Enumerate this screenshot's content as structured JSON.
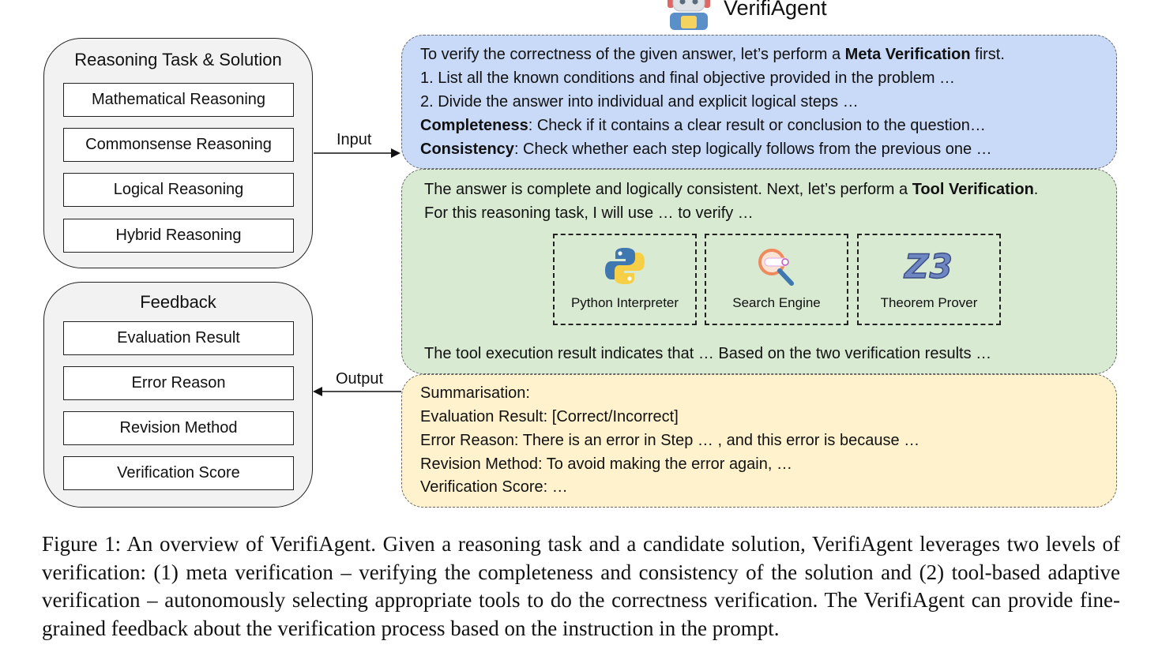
{
  "agent": {
    "title": "VerifiAgent",
    "icon": "robot-icon"
  },
  "task_group": {
    "title": "Reasoning Task & Solution",
    "items": [
      "Mathematical Reasoning",
      "Commonsense Reasoning",
      "Logical Reasoning",
      "Hybrid Reasoning"
    ]
  },
  "feedback_group": {
    "title": "Feedback",
    "items": [
      "Evaluation Result",
      "Error Reason",
      "Revision Method",
      "Verification Score"
    ]
  },
  "arrows": {
    "input": "Input",
    "output": "Output"
  },
  "meta_box": {
    "line1_pre": "To verify the correctness of the given answer, let’s perform a ",
    "line1_bold": "Meta Verification",
    "line1_post": " first.",
    "line2": "1. List all the known conditions and final objective provided in the problem …",
    "line3": "2. Divide the answer into individual and explicit logical steps …",
    "line4_bold": "Completeness",
    "line4_rest": ": Check if it contains a clear result or conclusion to the question…",
    "line5_bold": "Consistency",
    "line5_rest": ": Check whether each step logically follows from the previous one …"
  },
  "tool_box": {
    "line1_pre": "The answer is complete and logically consistent. Next, let’s perform a ",
    "line1_bold": "Tool Verification",
    "line1_post": ".",
    "line2": "For this reasoning task, I will use … to verify …",
    "tools": [
      {
        "label": "Python Interpreter",
        "icon": "python-icon"
      },
      {
        "label": "Search Engine",
        "icon": "search-engine-icon"
      },
      {
        "label": "Theorem Prover",
        "icon": "z3-icon",
        "icon_text": "Z3"
      }
    ],
    "line3": "The tool execution result indicates that … Based on the two verification results …"
  },
  "summary_box": {
    "lines": [
      "Summarisation:",
      "Evaluation Result: [Correct/Incorrect]",
      "Error Reason: There is an error in Step … , and this error is because …",
      "Revision Method: To avoid making the error again, …",
      "Verification Score: …"
    ]
  },
  "caption": "Figure 1: An overview of VerifiAgent. Given a reasoning task and a candidate solution, VerifiAgent leverages two levels of verification: (1) meta verification – verifying the completeness and consistency of the solution and (2) tool-based adaptive verification – autonomously selecting appropriate tools to do the correctness verification. The VerifiAgent can provide fine-grained feedback about the verification process based on the instruction in the prompt.",
  "colors": {
    "meta_bg": "#c9daf8",
    "tool_bg": "#d9ead3",
    "summary_bg": "#fff2cc",
    "group_bg": "#f2f2f2"
  }
}
